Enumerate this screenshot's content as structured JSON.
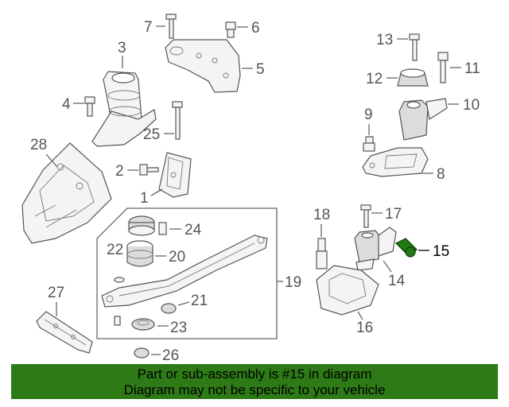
{
  "callouts": {
    "c1": "1",
    "c2": "2",
    "c3": "3",
    "c4": "4",
    "c5": "5",
    "c6": "6",
    "c7": "7",
    "c8": "8",
    "c9": "9",
    "c10": "10",
    "c11": "11",
    "c12": "12",
    "c13": "13",
    "c14": "14",
    "c15": "15",
    "c16": "16",
    "c17": "17",
    "c18": "18",
    "c19": "19",
    "c20": "20",
    "c21": "21",
    "c22": "22",
    "c23": "23",
    "c24": "24",
    "c25": "25",
    "c26": "26",
    "c27": "27",
    "c28": "28"
  },
  "highlighted_part": "15",
  "colors": {
    "banner_bg": "#2d7a16",
    "highlight_part": "#1f7a12",
    "line": "#666666"
  },
  "banner": {
    "line1": "Part or sub-assembly is #15 in diagram",
    "line2": "Diagram may not be specific to your vehicle"
  }
}
